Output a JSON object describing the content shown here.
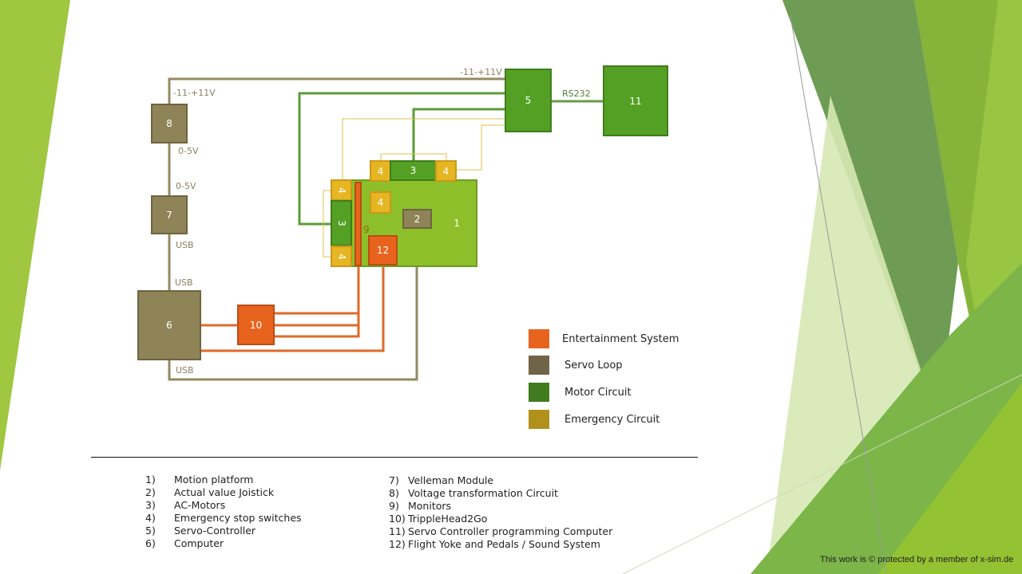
{
  "components": {
    "c1": "1",
    "c2": "2",
    "c3_top": "3",
    "c3_left": "3",
    "c4_top_left": "4",
    "c4_top_right": "4",
    "c4_inner": "4",
    "c4_left_top": "4",
    "c4_left_bottom": "4",
    "c5": "5",
    "c6": "6",
    "c7": "7",
    "c8": "8",
    "c9": "9",
    "c10": "10",
    "c11": "11",
    "c12": "12"
  },
  "connection_labels": {
    "top_voltage": "-11-+11V",
    "left_voltage": "-11-+11V",
    "v8_out": "0-5V",
    "v7_in": "0-5V",
    "usb_7": "USB",
    "usb_6_top": "USB",
    "usb_6_bottom": "USB",
    "rs232": "RS232"
  },
  "legend": [
    {
      "label": "Entertainment System",
      "color": "#e8641e"
    },
    {
      "label": "Servo Loop",
      "color": "#6f6447"
    },
    {
      "label": "Motor Circuit",
      "color": "#417b1f"
    },
    {
      "label": "Emergency Circuit",
      "color": "#b1901c"
    }
  ],
  "key_left": [
    {
      "num": "1)",
      "text": "Motion platform"
    },
    {
      "num": "2)",
      "text": "Actual value Joistick"
    },
    {
      "num": "3)",
      "text": "AC-Motors"
    },
    {
      "num": "4)",
      "text": "Emergency stop switches"
    },
    {
      "num": "5)",
      "text": "Servo-Controller"
    },
    {
      "num": "6)",
      "text": "Computer"
    }
  ],
  "key_right": [
    {
      "num": "7)",
      "text": "Velleman  Module"
    },
    {
      "num": "8)",
      "text": "Voltage  transformation Circuit"
    },
    {
      "num": "9)",
      "text": "Monitors"
    },
    {
      "num": "10)",
      "text": "TrippleHead2Go"
    },
    {
      "num": "11)",
      "text": "Servo Controller  programming Computer"
    },
    {
      "num": "12)",
      "text": "Flight Yoke and Pedals / Sound System"
    }
  ],
  "footer": "This work is © protected by a member of x-sim.de",
  "colors": {
    "servo": "#8f8458",
    "motor": "#54a025",
    "entertainment": "#e8641e",
    "emergency": "#e6b522",
    "platform": "#8dbf2a"
  }
}
